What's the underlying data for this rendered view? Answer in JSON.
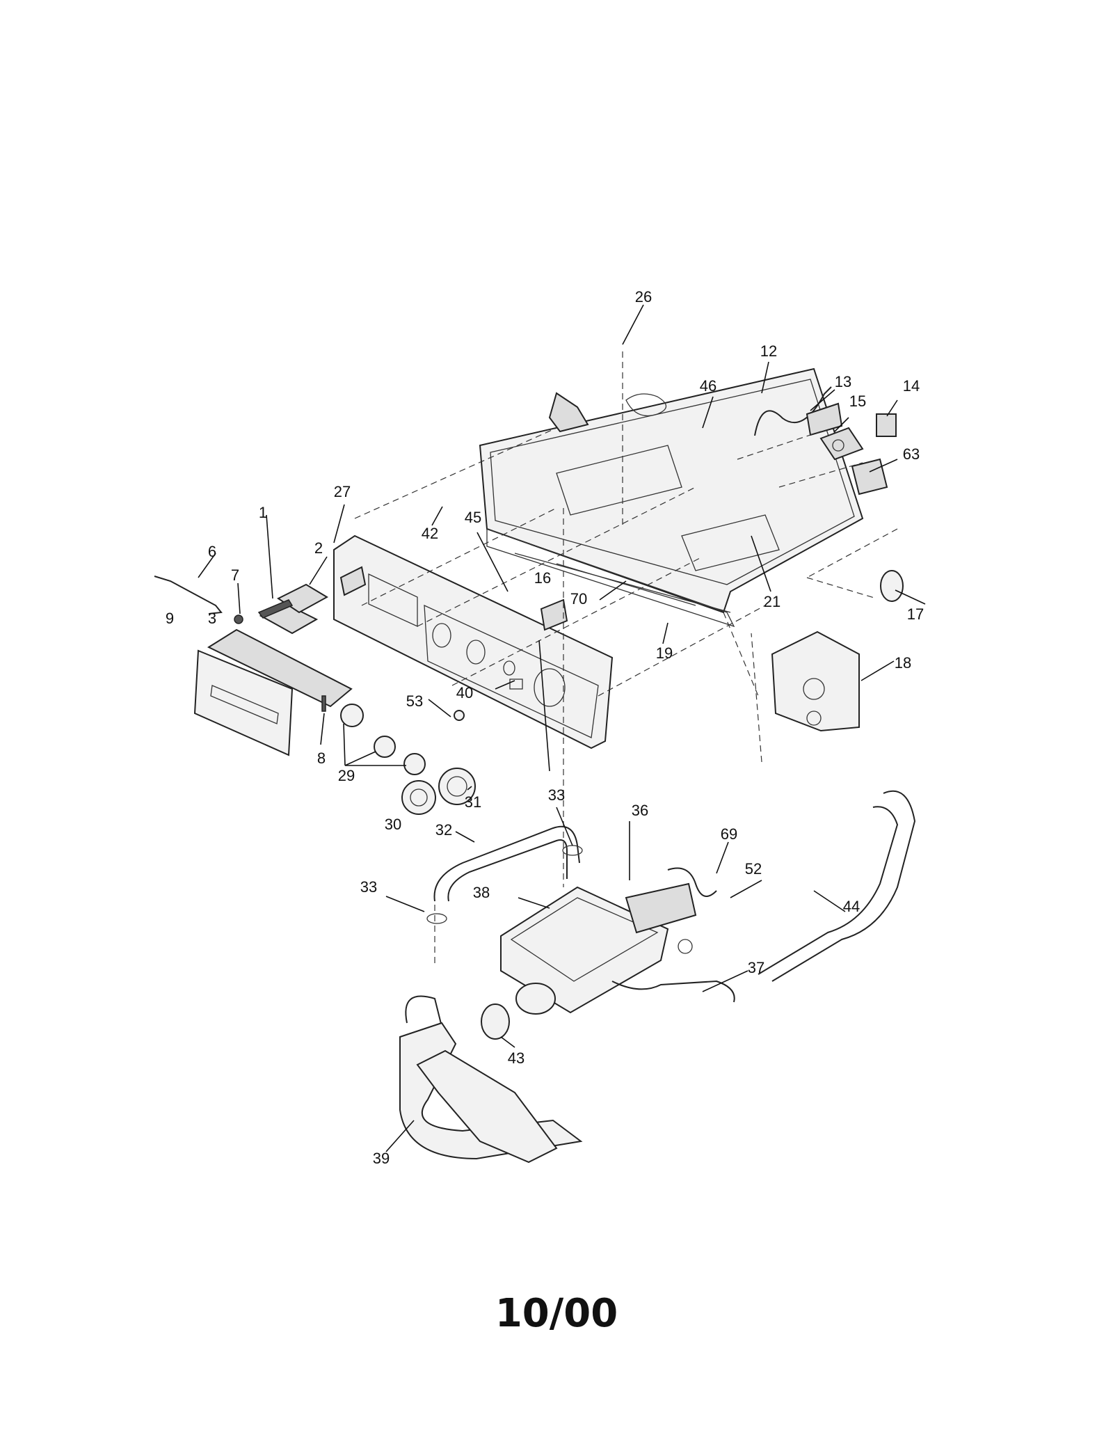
{
  "footer": {
    "code": "10/00"
  },
  "labels": [
    {
      "id": "26",
      "text": "26"
    },
    {
      "id": "12",
      "text": "12"
    },
    {
      "id": "46",
      "text": "46"
    },
    {
      "id": "13",
      "text": "13"
    },
    {
      "id": "15",
      "text": "15"
    },
    {
      "id": "14",
      "text": "14"
    },
    {
      "id": "63",
      "text": "63"
    },
    {
      "id": "27",
      "text": "27"
    },
    {
      "id": "1",
      "text": "1"
    },
    {
      "id": "6",
      "text": "6"
    },
    {
      "id": "2",
      "text": "2"
    },
    {
      "id": "7",
      "text": "7"
    },
    {
      "id": "42",
      "text": "42"
    },
    {
      "id": "45",
      "text": "45"
    },
    {
      "id": "9",
      "text": "9"
    },
    {
      "id": "3",
      "text": "3"
    },
    {
      "id": "16",
      "text": "16"
    },
    {
      "id": "70",
      "text": "70"
    },
    {
      "id": "21",
      "text": "21"
    },
    {
      "id": "17",
      "text": "17"
    },
    {
      "id": "19",
      "text": "19"
    },
    {
      "id": "18",
      "text": "18"
    },
    {
      "id": "53",
      "text": "53"
    },
    {
      "id": "40",
      "text": "40"
    },
    {
      "id": "8",
      "text": "8"
    },
    {
      "id": "29",
      "text": "29"
    },
    {
      "id": "31",
      "text": "31"
    },
    {
      "id": "30",
      "text": "30"
    },
    {
      "id": "33a",
      "text": "33"
    },
    {
      "id": "36",
      "text": "36"
    },
    {
      "id": "32",
      "text": "32"
    },
    {
      "id": "69",
      "text": "69"
    },
    {
      "id": "52",
      "text": "52"
    },
    {
      "id": "44",
      "text": "44"
    },
    {
      "id": "33b",
      "text": "33"
    },
    {
      "id": "38",
      "text": "38"
    },
    {
      "id": "37",
      "text": "37"
    },
    {
      "id": "43",
      "text": "43"
    },
    {
      "id": "39",
      "text": "39"
    }
  ]
}
